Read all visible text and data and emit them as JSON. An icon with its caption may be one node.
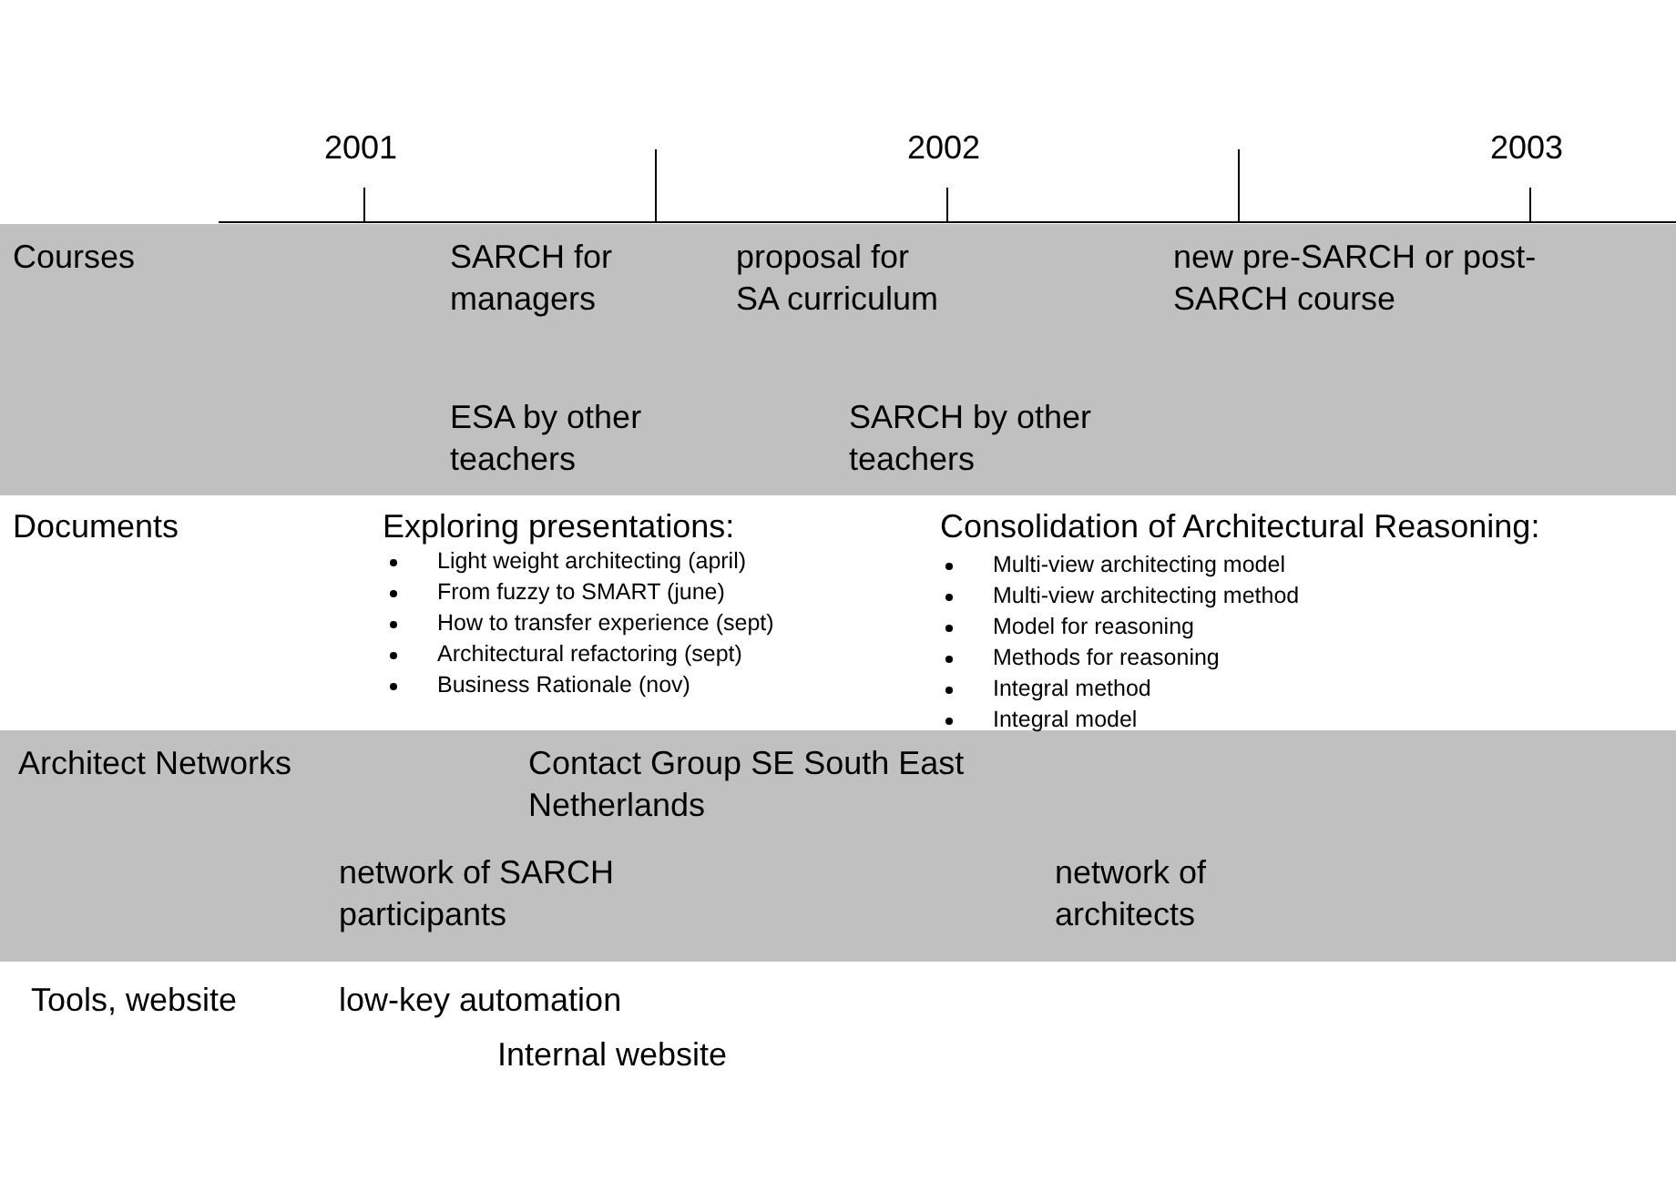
{
  "diagram": {
    "nodes": [
      {
        "text": [
          "Courses"
        ]
      },
      {
        "text": [
          "Architect Networks"
        ]
      }
    ],
    "labels": [
      "2001",
      "2002",
      "2003",
      "SARCH for managers",
      "proposal for SA curriculum",
      "new pre-SARCH or post-SARCH course",
      "ESA by other teachers",
      "SARCH by other teachers",
      "Documents",
      "Exploring presentations:",
      "Light weight architecting (april)",
      "From fuzzy to SMART (june)",
      "How to transfer experience (sept)",
      "Architectural refactoring (sept)",
      "Business Rationale (nov)",
      "Consolidation of Architectural Reasoning:",
      "Multi-view architecting model",
      "Multi-view architecting method",
      "Model for reasoning",
      "Methods for reasoning",
      "Integral method",
      "Integral model",
      "Contact Group SE South East Netherlands",
      "network of SARCH participants",
      "network of architects",
      "Tools, website",
      "low-key automation",
      "Internal website"
    ]
  }
}
